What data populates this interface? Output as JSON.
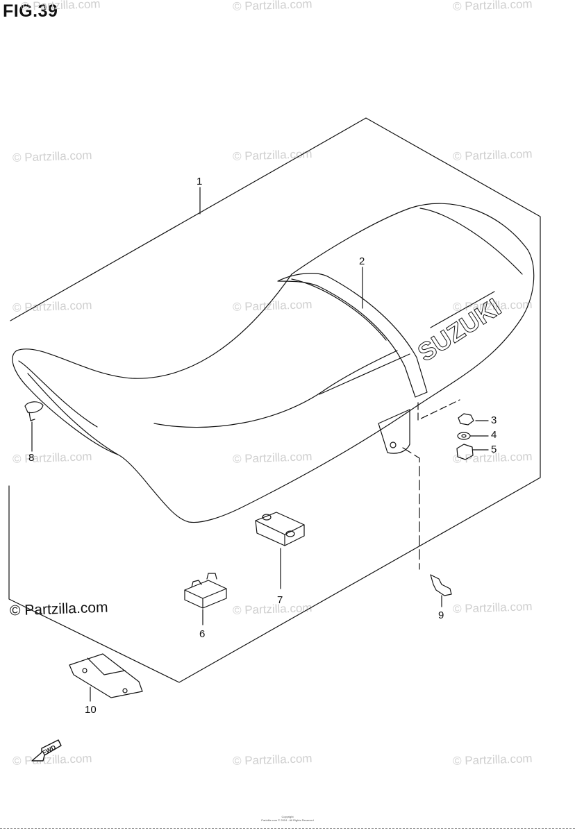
{
  "figure": {
    "title": "FIG.39"
  },
  "watermark": {
    "text": "© Partzilla.com",
    "main_text": "© Partzilla.com"
  },
  "seat": {
    "brand_text": "SUZUKI"
  },
  "fwd_arrow": {
    "label": "FWD"
  },
  "callouts": [
    {
      "label": "1"
    },
    {
      "label": "2"
    },
    {
      "label": "3"
    },
    {
      "label": "4"
    },
    {
      "label": "5"
    },
    {
      "label": "6"
    },
    {
      "label": "7"
    },
    {
      "label": "8"
    },
    {
      "label": "9"
    },
    {
      "label": "10"
    }
  ],
  "footer": {
    "copyright_year": "Copyright",
    "copyright_text": "Partzilla.com © 2024 - All Rights Reserved"
  }
}
